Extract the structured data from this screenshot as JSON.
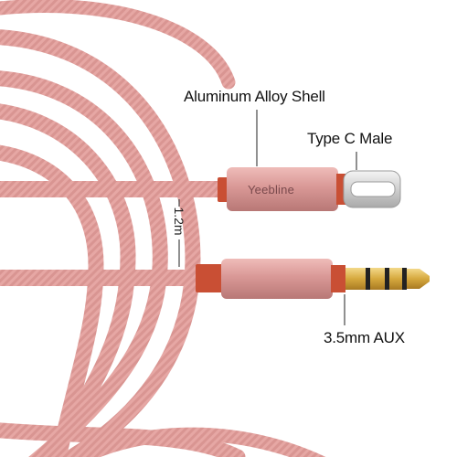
{
  "labels": {
    "shell": "Aluminum Alloy Shell",
    "type_c": "Type C Male",
    "aux": "3.5mm AUX",
    "length": "1.2m"
  },
  "brand": "Yeebline",
  "colors": {
    "cable": "#e8a9a6",
    "cable_dark": "#c98583",
    "shell": "#d89a98",
    "collar": "#c94f34",
    "connector_metal": "#d8d8d8",
    "gold": "#d9b24a",
    "label_text": "#111111"
  }
}
